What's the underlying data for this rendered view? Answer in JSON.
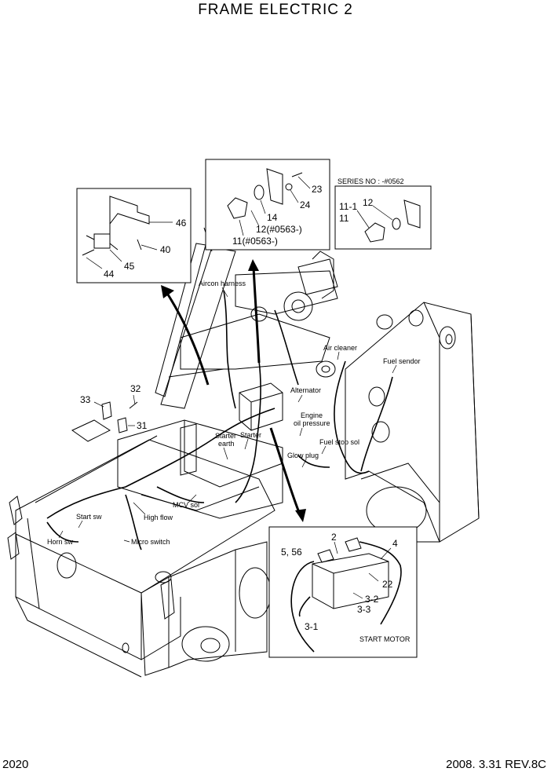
{
  "title": "FRAME ELECTRIC 2",
  "footer": {
    "page": "2020",
    "date_rev": "2008. 3.31  REV.8C"
  },
  "inset_box_1": {
    "labels": [
      "46",
      "40",
      "45",
      "44"
    ]
  },
  "inset_box_2": {
    "labels": [
      "23",
      "24",
      "14",
      "12(#0563-)",
      "11(#0563-)"
    ]
  },
  "inset_box_3": {
    "series": "SERIES NO : -#0562",
    "labels": [
      "11-1",
      "12",
      "11"
    ]
  },
  "inset_box_4": {
    "labels": [
      "2",
      "4",
      "5, 56",
      "22",
      "3-2",
      "3-3",
      "3-1",
      "START MOTOR"
    ]
  },
  "side_parts": {
    "labels": [
      "33",
      "32",
      "31"
    ]
  },
  "callouts": {
    "aircon_harness": "Aircon harness",
    "air_cleaner": "Air cleaner",
    "fuel_sendor": "Fuel sendor",
    "alternator": "Alternator",
    "engine_oil_1": "Engine",
    "engine_oil_2": "oil pressure",
    "fuel_stop_sol": "Fuel stop sol",
    "starter_earth_1": "Starter",
    "starter_earth_2": "earth",
    "starter": "Starter",
    "glow_plug": "Glow plug",
    "mcv_sol": "MCV sol",
    "high_flow": "High flow",
    "start_sw": "Start sw",
    "horn_sw": "Horn sw",
    "micro_switch": "Micro switch"
  }
}
